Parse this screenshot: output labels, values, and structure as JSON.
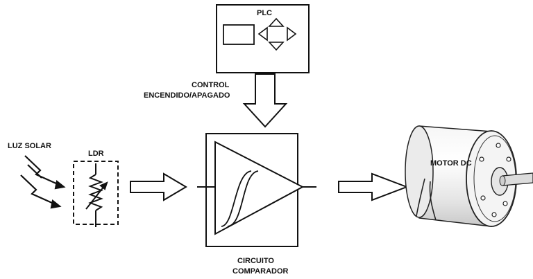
{
  "labels": {
    "plc": "PLC",
    "control_line1": "CONTROL",
    "control_line2": "ENCENDIDO/APAGADO",
    "luz_solar": "LUZ SOLAR",
    "ldr": "LDR",
    "motor": "MOTOR DC",
    "comparator_line1": "CIRCUITO",
    "comparator_line2": "COMPARADOR"
  },
  "icons": {
    "plc_screen": "rectangle-screen-icon",
    "plc_arrows": "direction-arrows-icon",
    "sunlight": "lightning-arrows-icon",
    "ldr_symbol": "variable-resistor-icon",
    "comparator": "op-amp-triangle-icon",
    "hysteresis": "hysteresis-curve-icon",
    "motor": "dc-motor-icon"
  }
}
